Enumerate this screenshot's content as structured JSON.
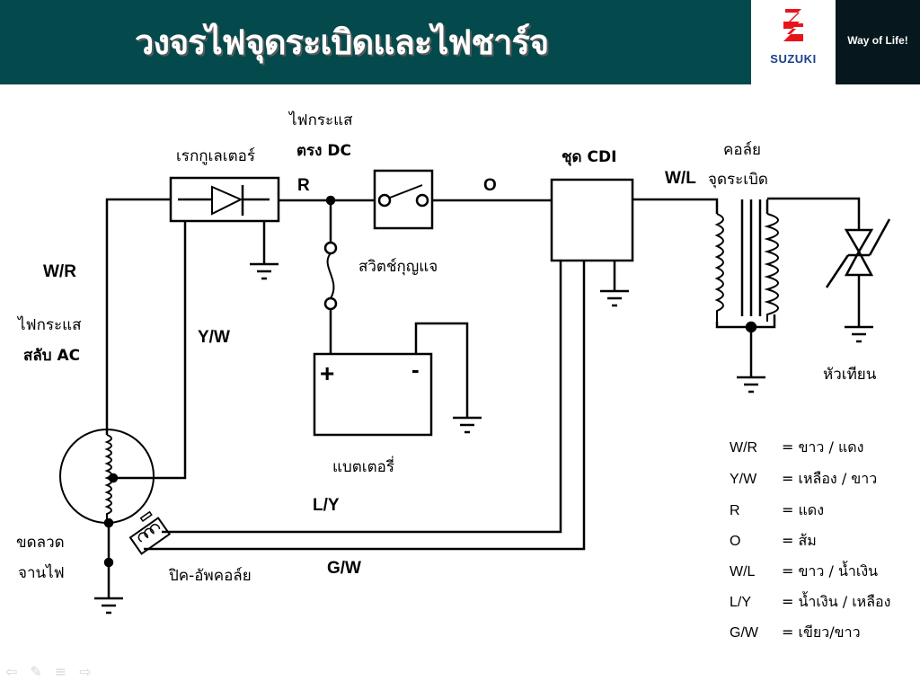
{
  "header": {
    "title": "วงจรไฟจุดระเบิดและไฟชาร์จ",
    "brand": "SUZUKI",
    "slogan": "Way of Life!",
    "colors": {
      "header_bg": "#044a4c",
      "brand_red": "#e8141c",
      "brand_blue": "#1a3f8f",
      "slogan_bg": "#06171d"
    }
  },
  "components": {
    "regulator": "เรกกูเลเตอร์",
    "dc_line1": "ไฟกระแส",
    "dc_line2": "ตรง DC",
    "key_switch": "สวิตช์กุญแจ",
    "battery": "แบตเตอรี่",
    "battery_plus": "+",
    "battery_minus": "-",
    "cdi": "ชุด CDI",
    "ignition_coil_line1": "คอล์ย",
    "ignition_coil_line2": "จุดระเบิด",
    "spark_plug": "หัวเทียน",
    "ac_line1": "ไฟกระแส",
    "ac_line2": "สลับ AC",
    "stator_line1": "ขดลวด",
    "stator_line2": "จานไฟ",
    "pickup_coil": "ปิค-อัพคอล์ย"
  },
  "wire_labels": {
    "wr": "W/R",
    "yw": "Y/W",
    "r": "R",
    "o": "O",
    "wl": "W/L",
    "ly": "L/Y",
    "gw": "G/W"
  },
  "legend": [
    {
      "code": "W/R",
      "meaning": "= ขาว / แดง"
    },
    {
      "code": "Y/W",
      "meaning": "= เหลือง / ขาว"
    },
    {
      "code": "R",
      "meaning": "= แดง"
    },
    {
      "code": "O",
      "meaning": "= ส้ม"
    },
    {
      "code": "W/L",
      "meaning": "=  ขาว / น้ำเงิน"
    },
    {
      "code": "L/Y",
      "meaning": "=  น้ำเงิน / เหลือง"
    },
    {
      "code": "G/W",
      "meaning": "= เขียว/ขาว"
    }
  ],
  "nav": {
    "prev": "⇦",
    "pen": "✎",
    "menu": "≡",
    "next": "⇨"
  }
}
